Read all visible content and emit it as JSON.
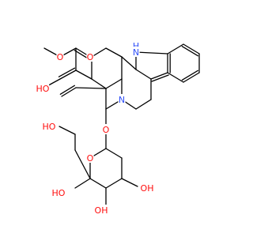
{
  "molecule": {
    "atoms": [
      {
        "label": "O",
        "color": "#ff0d0d"
      },
      {
        "label": "O",
        "color": "#ff0d0d"
      },
      {
        "label": "HO",
        "color": "#ff0d0d"
      },
      {
        "label": "N",
        "color": "#3050f8"
      },
      {
        "label": "H",
        "color": "#3050f8"
      },
      {
        "label": "N",
        "color": "#3050f8"
      },
      {
        "label": "O",
        "color": "#ff0d0d"
      },
      {
        "label": "O",
        "color": "#ff0d0d"
      },
      {
        "label": "HO",
        "color": "#ff0d0d"
      },
      {
        "label": "HO",
        "color": "#ff0d0d"
      },
      {
        "label": "OH",
        "color": "#ff0d0d"
      },
      {
        "label": "OH",
        "color": "#ff0d0d"
      }
    ]
  }
}
